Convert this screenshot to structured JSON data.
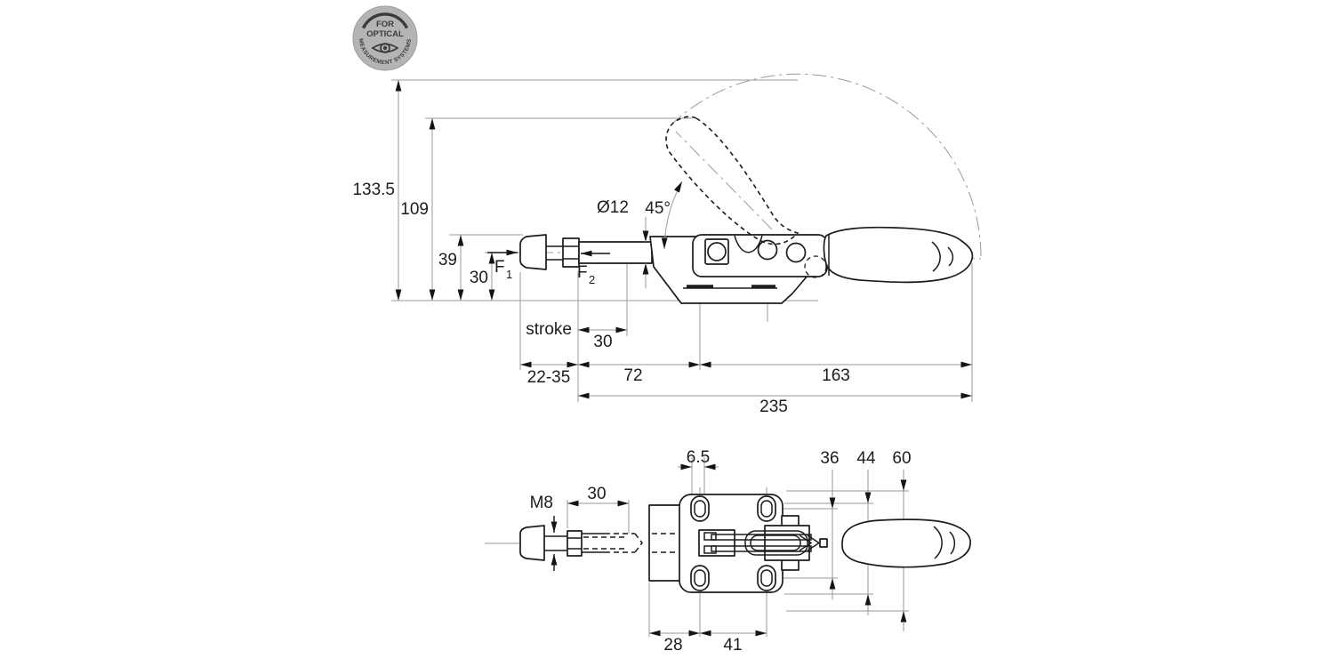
{
  "colors": {
    "background": "#ffffff",
    "outline": "#1c1c1c",
    "dimension_lines": "#9a9a9a",
    "badge_disc": "#b4b4b4",
    "badge_dark": "#3b3b3b"
  },
  "badge": {
    "line1": "FOR",
    "line2": "OPTICAL",
    "curved": "MEASUREMENT SYSTEMS"
  },
  "side_view": {
    "overall_height": "133.5",
    "open_height": "109",
    "plunger_height": "39",
    "axis_height": "30",
    "stroke_label": "stroke",
    "thread_adjust": "30",
    "stroke_range": "22-35",
    "front_length": "72",
    "rear_length": "163",
    "overall_length": "235",
    "rod_diameter": "Ø12",
    "opening_angle": "45°",
    "force_1": "F",
    "force_1_sub": "1",
    "force_2": "F",
    "force_2_sub": "2"
  },
  "plan_view": {
    "thread_size": "M8",
    "thread_length": "30",
    "slot_width": "6.5",
    "width_a": "36",
    "width_b": "44",
    "width_c": "60",
    "hole_offset": "28",
    "hole_pitch": "41"
  }
}
